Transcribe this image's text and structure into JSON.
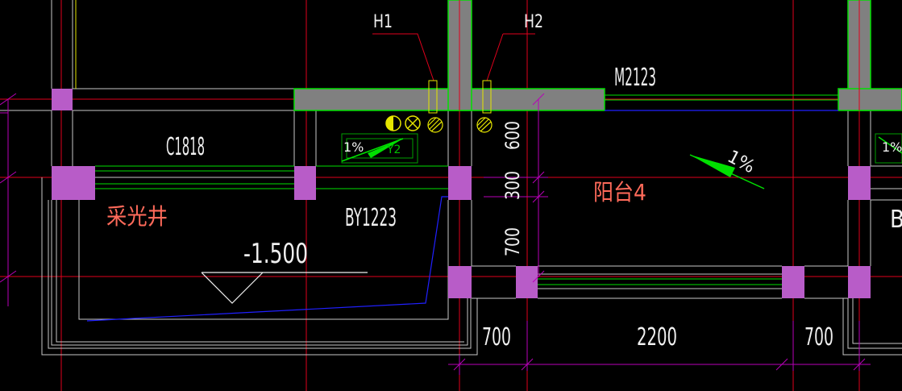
{
  "drawing": {
    "background": "#000000",
    "colors": {
      "grid_axis": "#e0001c",
      "wall": "#c8c8c8",
      "concrete_fill": "#808080",
      "concrete_edge": "#00e000",
      "column": "#b85cc8",
      "dimension": "#b800b8",
      "window_line": "#00e000",
      "drain_line": "#2020ff",
      "text_white": "#f0f0f0",
      "text_chinese": "#ff6a5a",
      "slope_arrow": "#00e000",
      "symbol_yellow": "#e6e600",
      "yellow_line": "#e6e600"
    },
    "labels": {
      "h1": "H1",
      "h2": "H2",
      "m2123": "M2123",
      "c1818": "C1818",
      "by1223": "BY1223",
      "light_well": "采光井",
      "balcony": "阳台4",
      "elevation": "-1.500",
      "slope_main": "1%",
      "slope_small": "1%",
      "slope_right": "1%",
      "y2": "Y2",
      "dim_600": "600",
      "dim_300": "300",
      "dim_700_vertical": "700",
      "dim_700_left": "700",
      "dim_2200": "2200",
      "dim_700_right": "700",
      "partial_b": "B"
    },
    "icons": [
      "half-filled-circle-icon",
      "crossed-circle-icon",
      "hatched-circle-icon",
      "hatched-circle-icon"
    ]
  }
}
